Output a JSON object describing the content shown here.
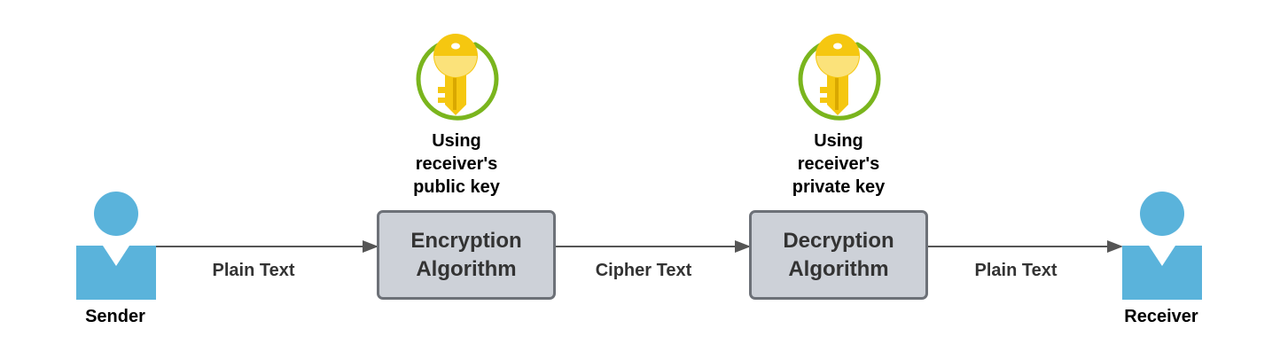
{
  "sender": {
    "label": "Sender"
  },
  "receiver": {
    "label": "Receiver"
  },
  "encryption": {
    "line1": "Encryption",
    "line2": "Algorithm",
    "key_caption": [
      "Using",
      "receiver's",
      "public key"
    ]
  },
  "decryption": {
    "line1": "Decryption",
    "line2": "Algorithm",
    "key_caption": [
      "Using",
      "receiver's",
      "private key"
    ]
  },
  "edges": {
    "sender_to_encryption": "Plain Text",
    "encryption_to_decryption": "Cipher Text",
    "decryption_to_receiver": "Plain Text"
  },
  "colors": {
    "person": "#5ab3db",
    "box_fill": "#cdd1d8",
    "box_border": "#6d7178",
    "key": "#f5c710",
    "key_ring": "#7ab51d",
    "connector": "#555555"
  },
  "icons": {
    "person": "person-icon",
    "key": "key-icon"
  }
}
